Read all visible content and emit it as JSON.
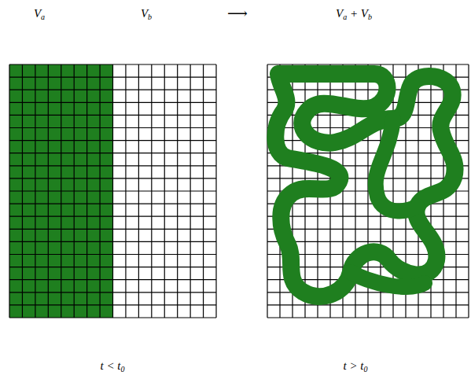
{
  "diagram": {
    "labels": [
      "Va",
      "Vb",
      "⟶",
      "Va + Vb",
      "t < t0",
      "t > t0"
    ]
  }
}
